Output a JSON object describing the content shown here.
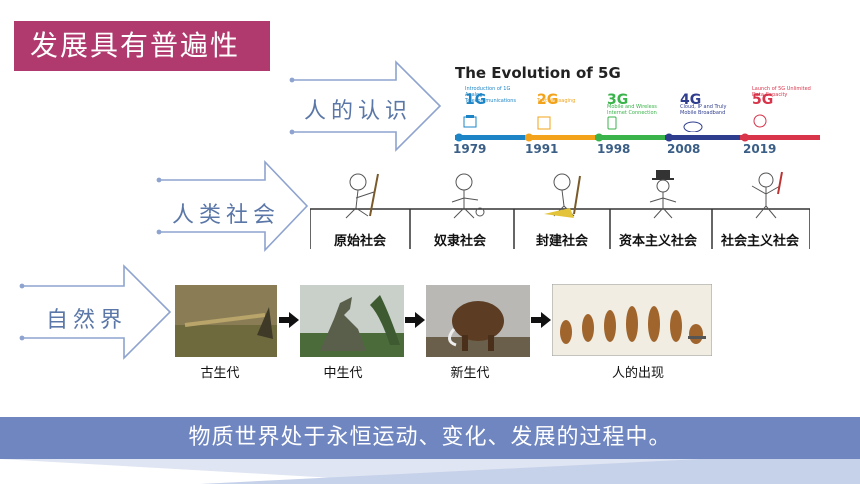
{
  "title": "发展具有普遍性",
  "rows": {
    "cognition": "人的认识",
    "society": "人类社会",
    "nature": "自然界"
  },
  "evolution": {
    "heading": "The Evolution of 5G",
    "stages": [
      {
        "gen": "1G",
        "caption": "Introduction of 1G Analog Telecommunications",
        "year": "1979",
        "color": "#1d85c6"
      },
      {
        "gen": "2G",
        "caption": "Text Messaging",
        "year": "1991",
        "color": "#f2a31b"
      },
      {
        "gen": "3G",
        "caption": "Mobile and Wireless Internet Connection",
        "year": "1998",
        "color": "#39b34a"
      },
      {
        "gen": "4G",
        "caption": "Cloud, IP and Truly Mobile Broadband",
        "year": "2008",
        "color": "#2f3d8f"
      },
      {
        "gen": "5G",
        "caption": "Launch of 5G Unlimited Data Capacity",
        "year": "2019",
        "color": "#d8344a"
      }
    ]
  },
  "societies": [
    "原始社会",
    "奴隶社会",
    "封建社会",
    "资本主义社会",
    "社会主义社会"
  ],
  "eras": [
    "古生代",
    "中生代",
    "新生代",
    "人的出现"
  ],
  "conclusion": "物质世界处于永恒运动、变化、发展的过程中。",
  "colors": {
    "title_bg": "#b03a6e",
    "band": "#6f86c0",
    "arrow": "#8ea3cf"
  }
}
